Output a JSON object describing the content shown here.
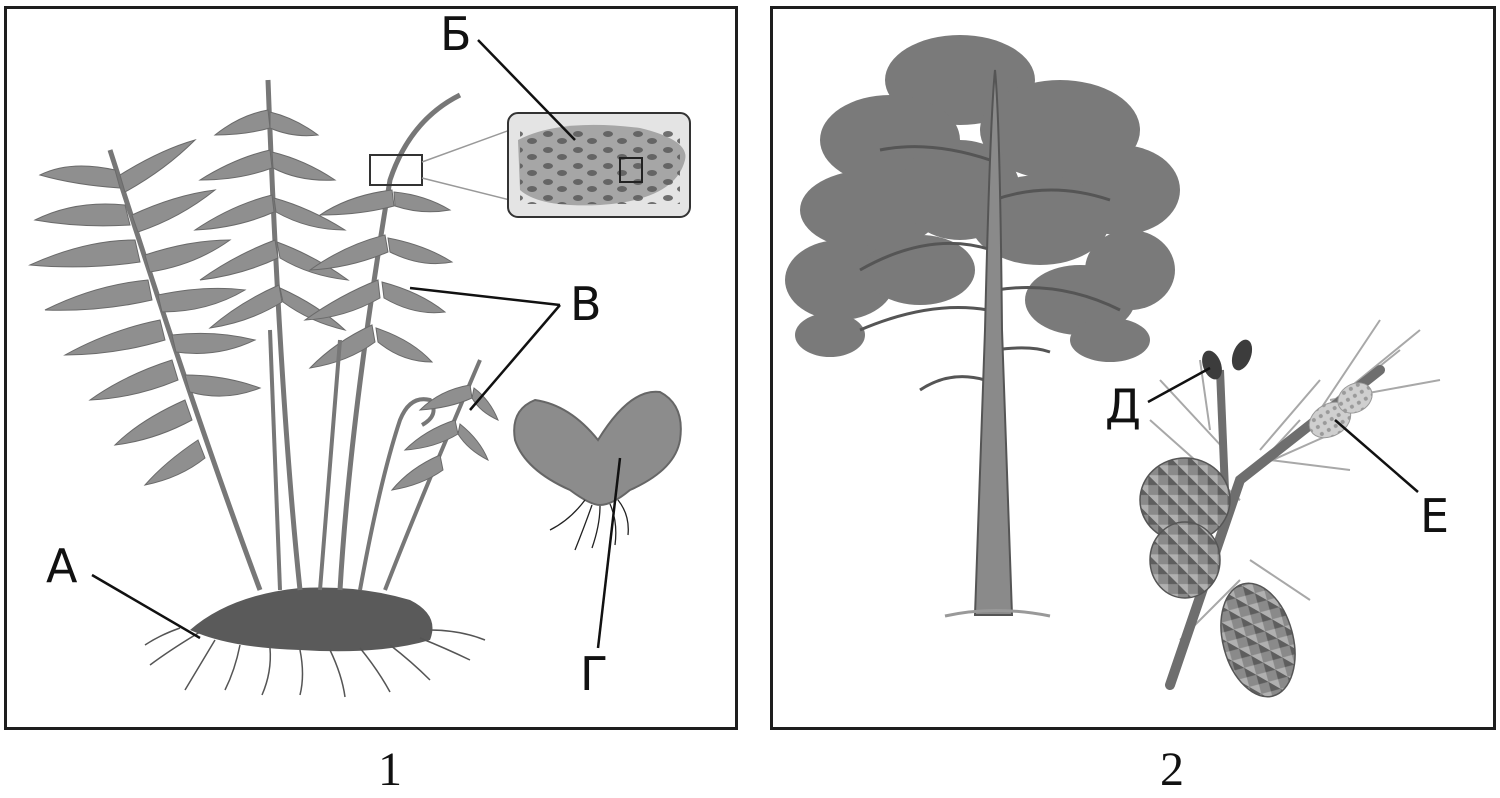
{
  "panels": [
    {
      "number": "1",
      "labels": {
        "a": "А",
        "b": "Б",
        "v": "В",
        "g": "Г"
      }
    },
    {
      "number": "2",
      "labels": {
        "d": "Д",
        "e": "Е"
      }
    }
  ]
}
